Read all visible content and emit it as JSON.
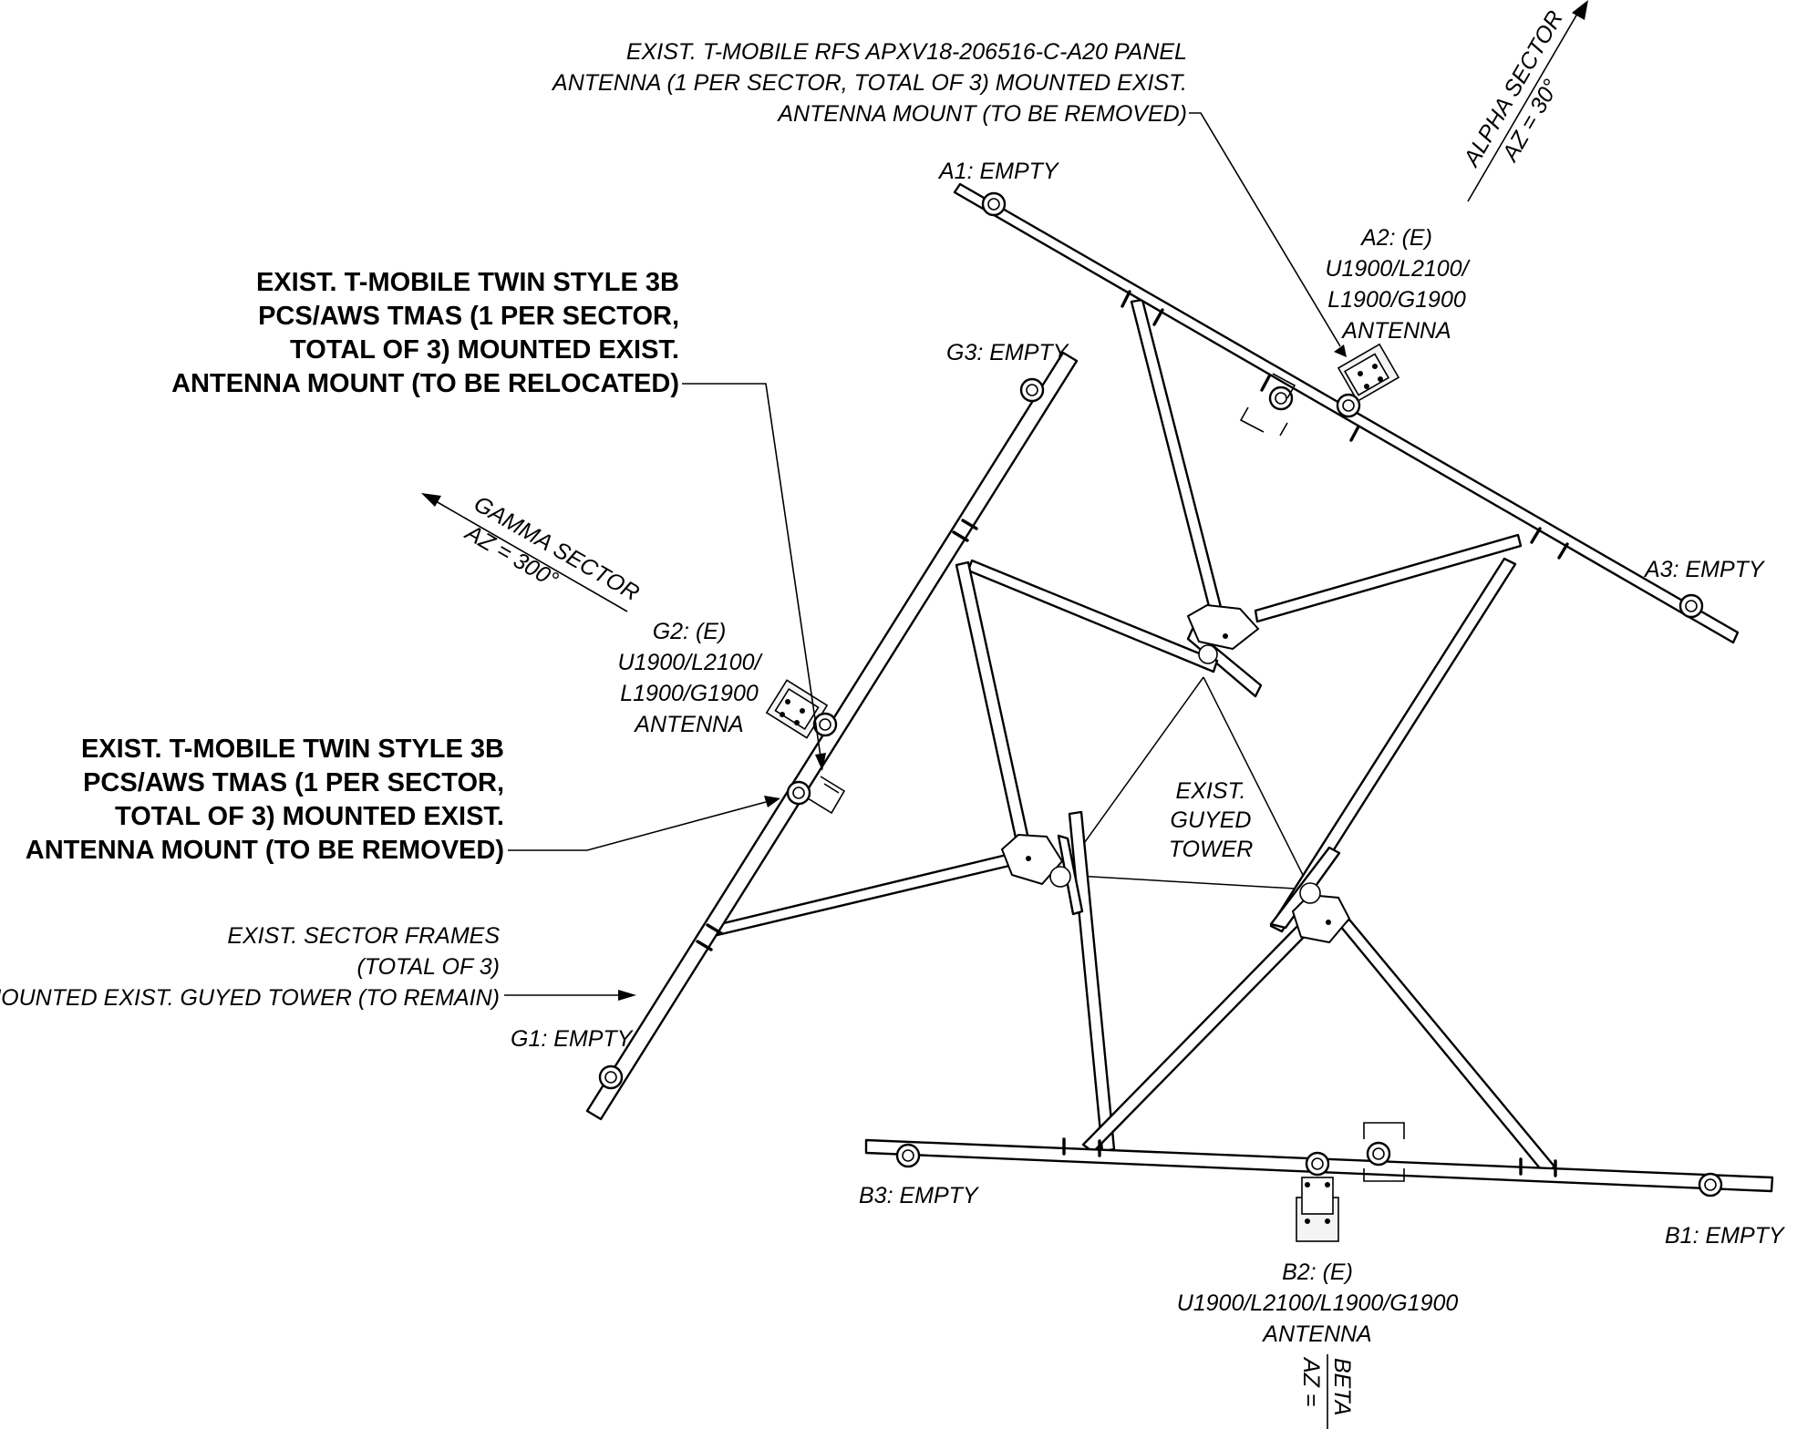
{
  "notes": {
    "panel_antenna": [
      "EXIST. T-MOBILE RFS APXV18-206516-C-A20 PANEL",
      "ANTENNA (1 PER SECTOR, TOTAL OF 3) MOUNTED EXIST.",
      "ANTENNA MOUNT (TO BE REMOVED)"
    ],
    "tma_relocated": [
      "EXIST. T-MOBILE TWIN STYLE 3B",
      "PCS/AWS TMAS (1 PER SECTOR,",
      "TOTAL OF 3) MOUNTED EXIST.",
      "ANTENNA MOUNT (TO BE RELOCATED)"
    ],
    "tma_removed": [
      "EXIST. T-MOBILE TWIN STYLE 3B",
      "PCS/AWS TMAS (1 PER SECTOR,",
      "TOTAL OF 3) MOUNTED EXIST.",
      "ANTENNA MOUNT (TO BE REMOVED)"
    ],
    "sector_frames": [
      "EXIST. SECTOR FRAMES",
      "(TOTAL OF 3)",
      "MOUNTED EXIST. GUYED TOWER (TO REMAIN)"
    ],
    "tower": [
      "EXIST.",
      "GUYED",
      "TOWER"
    ]
  },
  "sectors": {
    "alpha": {
      "name": "ALPHA SECTOR",
      "azimuth": "AZ = 30°"
    },
    "gamma": {
      "name": "GAMMA SECTOR",
      "azimuth": "AZ = 300°"
    },
    "beta": {
      "name": "BETA",
      "azimuth": "AZ ="
    }
  },
  "positions": {
    "a1": "A1: EMPTY",
    "a2": [
      "A2: (E)",
      "U1900/L2100/",
      "L1900/G1900",
      "ANTENNA"
    ],
    "a3": "A3: EMPTY",
    "g1": "G1: EMPTY",
    "g2": [
      "G2: (E)",
      "U1900/L2100/",
      "L1900/G1900",
      "ANTENNA"
    ],
    "g3": "G3: EMPTY",
    "b1": "B1: EMPTY",
    "b2": [
      "B2: (E)",
      "U1900/L2100/L1900/G1900",
      "ANTENNA"
    ],
    "b3": "B3: EMPTY"
  }
}
